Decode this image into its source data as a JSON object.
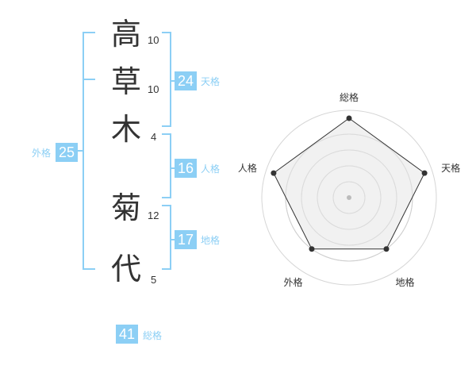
{
  "name": {
    "chars": [
      {
        "char": "高",
        "strokes": "10"
      },
      {
        "char": "草",
        "strokes": "10"
      },
      {
        "char": "木",
        "strokes": "4"
      },
      {
        "char": "菊",
        "strokes": "12"
      },
      {
        "char": "代",
        "strokes": "5"
      }
    ]
  },
  "kakusu": {
    "tenkaku": {
      "value": "24",
      "label": "天格"
    },
    "jinkaku": {
      "value": "16",
      "label": "人格"
    },
    "chikaku": {
      "value": "17",
      "label": "地格"
    },
    "gaikaku": {
      "value": "25",
      "label": "外格"
    },
    "soukaku": {
      "value": "41",
      "label": "総格"
    }
  },
  "radar": {
    "axes": [
      "総格",
      "天格",
      "地格",
      "外格",
      "人格"
    ],
    "values": [
      1.0,
      1.0,
      0.8,
      0.8,
      1.0
    ],
    "ring_count": 4
  },
  "colors": {
    "accent": "#8ccff5",
    "text": "#333333",
    "fill": "#f3f3f3"
  }
}
